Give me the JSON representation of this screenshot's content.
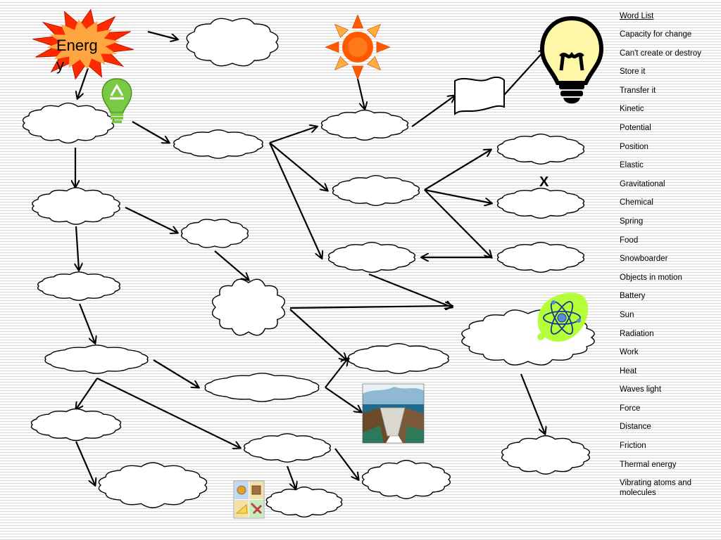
{
  "diagram": {
    "start_label": "Energy",
    "mark_label": "X"
  },
  "word_list": {
    "title": "Word List",
    "items": [
      "Capacity for change",
      "Can't create or destroy",
      "Store it",
      "Transfer it",
      "Kinetic",
      "Potential",
      "Position",
      "Elastic",
      "Gravitational",
      "Chemical",
      "Spring",
      "Food",
      "Snowboarder",
      "Objects in motion",
      "Battery",
      "Sun",
      "Radiation",
      "Work",
      "Heat",
      "Waves light",
      "Force",
      "Distance",
      "Friction",
      "Thermal energy",
      "Vibrating atoms and molecules"
    ]
  },
  "icons": [
    "energy-starburst-icon",
    "recycle-bulb-icon",
    "sun-icon",
    "flag-icon",
    "lightbulb-icon",
    "atom-icon",
    "dam-picture",
    "food-picture"
  ],
  "colors": {
    "starburst": "#ff2a00",
    "starburst_inner": "#ffa640",
    "sun": "#ff5a00",
    "recycle_green": "#7ac943",
    "bulb_yellow": "#fff7a8",
    "atom_green": "#b5ff3a"
  }
}
